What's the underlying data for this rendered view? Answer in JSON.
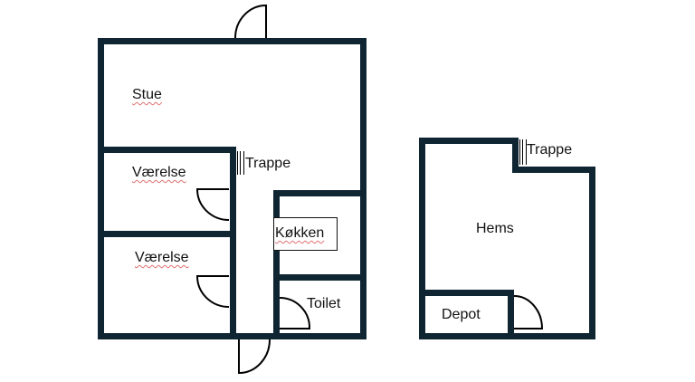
{
  "floorplan": {
    "ground_floor": {
      "rooms": {
        "stue": "Stue",
        "vaerelse_1": "Værelse",
        "vaerelse_2": "Værelse",
        "trappe": "Trappe",
        "kokken": "Køkken",
        "toilet": "Toilet"
      }
    },
    "loft": {
      "rooms": {
        "trappe": "Trappe",
        "hems": "Hems",
        "depot": "Depot"
      }
    }
  },
  "colors": {
    "wall": "#0f2532",
    "door_line": "#000000",
    "background": "#ffffff",
    "spellcheck_underline": "#e07070"
  }
}
